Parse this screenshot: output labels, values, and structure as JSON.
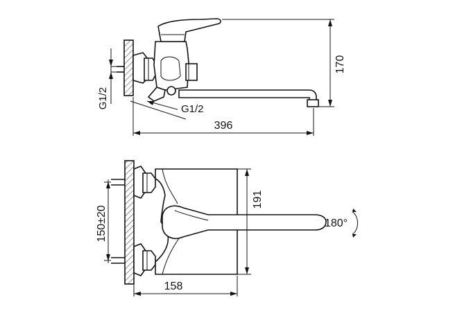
{
  "side_view": {
    "dim_height": "170",
    "dim_length": "396",
    "thread_vertical": "G1/2",
    "thread_horizontal": "G1/2"
  },
  "top_view": {
    "dim_height": "191",
    "dim_centers": "150±20",
    "dim_depth": "158",
    "rotation": "180°"
  }
}
